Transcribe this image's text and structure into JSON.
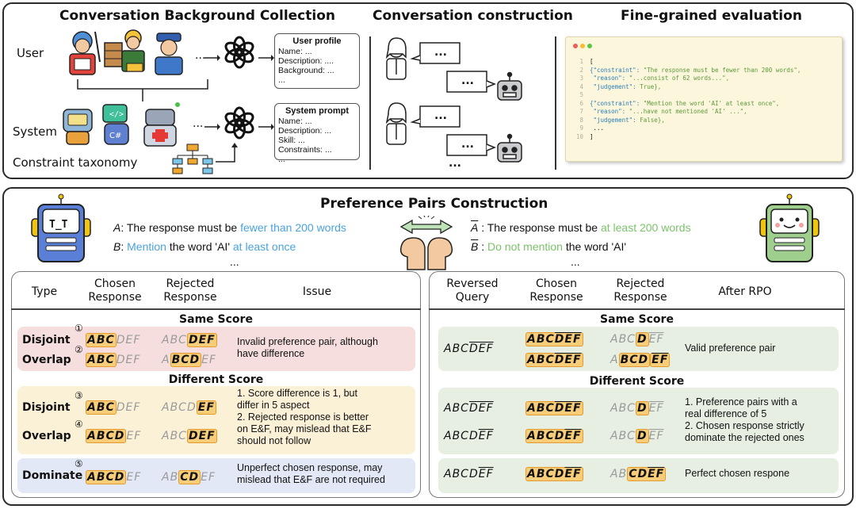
{
  "top": {
    "titles": {
      "background": "Conversation Background Collection",
      "construction": "Conversation construction",
      "evaluation": "Fine-grained evaluation"
    },
    "labels": {
      "user": "User",
      "system": "System",
      "taxonomy": "Constraint taxonomy"
    },
    "ellipsis": "...",
    "user_profile": {
      "title": "User profile",
      "lines": [
        "Name: ...",
        "Description: ....",
        "Background: ...",
        "..."
      ]
    },
    "system_prompt": {
      "title": "System prompt",
      "lines": [
        "Name: ...",
        "Description: ...",
        "Skill: ...",
        "Constraints: ...",
        "..."
      ]
    },
    "code": [
      {
        "n": "1",
        "t": "["
      },
      {
        "n": "2",
        "k": "{\"constraint\": ",
        "v": "\"The response must be fewer than 200 words\","
      },
      {
        "n": "3",
        "k": "\"reason\": ",
        "v": "\"...consist of 62 words...\","
      },
      {
        "n": "4",
        "k": "\"judgement\": ",
        "v": "True},"
      },
      {
        "n": "5",
        "t": ""
      },
      {
        "n": "6",
        "k": "{\"constraint\": ",
        "v": "\"Mention the word 'AI' at least once\","
      },
      {
        "n": "7",
        "k": "\"reason\": ",
        "v": "\"...have not mentioned 'AI' ...\","
      },
      {
        "n": "8",
        "k": "\"judgement\": ",
        "v": "False},"
      },
      {
        "n": "9",
        "t": " ..."
      },
      {
        "n": "10",
        "t": "]"
      }
    ],
    "colors": {
      "dot_red": "#ee5f57",
      "dot_yellow": "#f5bd2f",
      "dot_green": "#5bc640"
    }
  },
  "bottom": {
    "title": "Preference Pairs Construction",
    "robot_left_face": "T_T",
    "constraints_left": {
      "a_label": "A",
      "a_pre": ": The response must be ",
      "a_hl": "fewer than 200 words",
      "b_label": "B",
      "b_pre": ": ",
      "b_hl1": "Mention",
      "b_mid": " the word 'AI' ",
      "b_hl2": "at least once",
      "more": "..."
    },
    "constraints_right": {
      "a_label": "A",
      "a_pre": " : The response must be ",
      "a_hl": "at least 200 words",
      "b_label": "B",
      "b_pre": " : ",
      "b_hl": "Do not mention",
      "b_post": " the word 'AI'",
      "more": "..."
    },
    "left_table": {
      "headers": [
        "Type",
        "Chosen Response",
        "Rejected Response",
        "Issue"
      ],
      "same_score": "Same Score",
      "different_score": "Different Score",
      "rows": {
        "disjoint1": "Disjoint",
        "overlap1": "Overlap",
        "disjoint2": "Disjoint",
        "overlap2": "Overlap",
        "dominate": "Dominate"
      },
      "circles": [
        "①",
        "②",
        "③",
        "④",
        "⑤"
      ],
      "issues": {
        "same": [
          "Invalid preference pair, although",
          "have difference"
        ],
        "diff": [
          "1. Score difference is 1, but",
          "differ in  5 aspect",
          "2. Rejected response is better",
          "on E&F, may mislead that E&F",
          "should not follow"
        ],
        "dominate": [
          "Unperfect chosen response, may",
          "mislead that E&F are not required"
        ]
      }
    },
    "right_table": {
      "headers": [
        "Reversed Query",
        "Chosen Response",
        "Rejected Response",
        "After RPO"
      ],
      "same_score": "Same Score",
      "different_score": "Different Score",
      "results": {
        "same": [
          "Valid preference pair"
        ],
        "diff": [
          "1. Preference pairs with a",
          "real difference of 5",
          "2. Chosen response strictly",
          "dominate the rejected ones"
        ],
        "dominate": [
          "Perfect chosen respone"
        ]
      }
    },
    "colors": {
      "same_band": "#f6dede",
      "diff_band": "#fbf1d7",
      "dom_band": "#e3e8f6",
      "green_band": "#e6efe2",
      "highlight": "#f7cd7a",
      "highlight_border": "#e49b2b",
      "blue_text": "#4aa3df",
      "green_text": "#7cc36b"
    }
  }
}
